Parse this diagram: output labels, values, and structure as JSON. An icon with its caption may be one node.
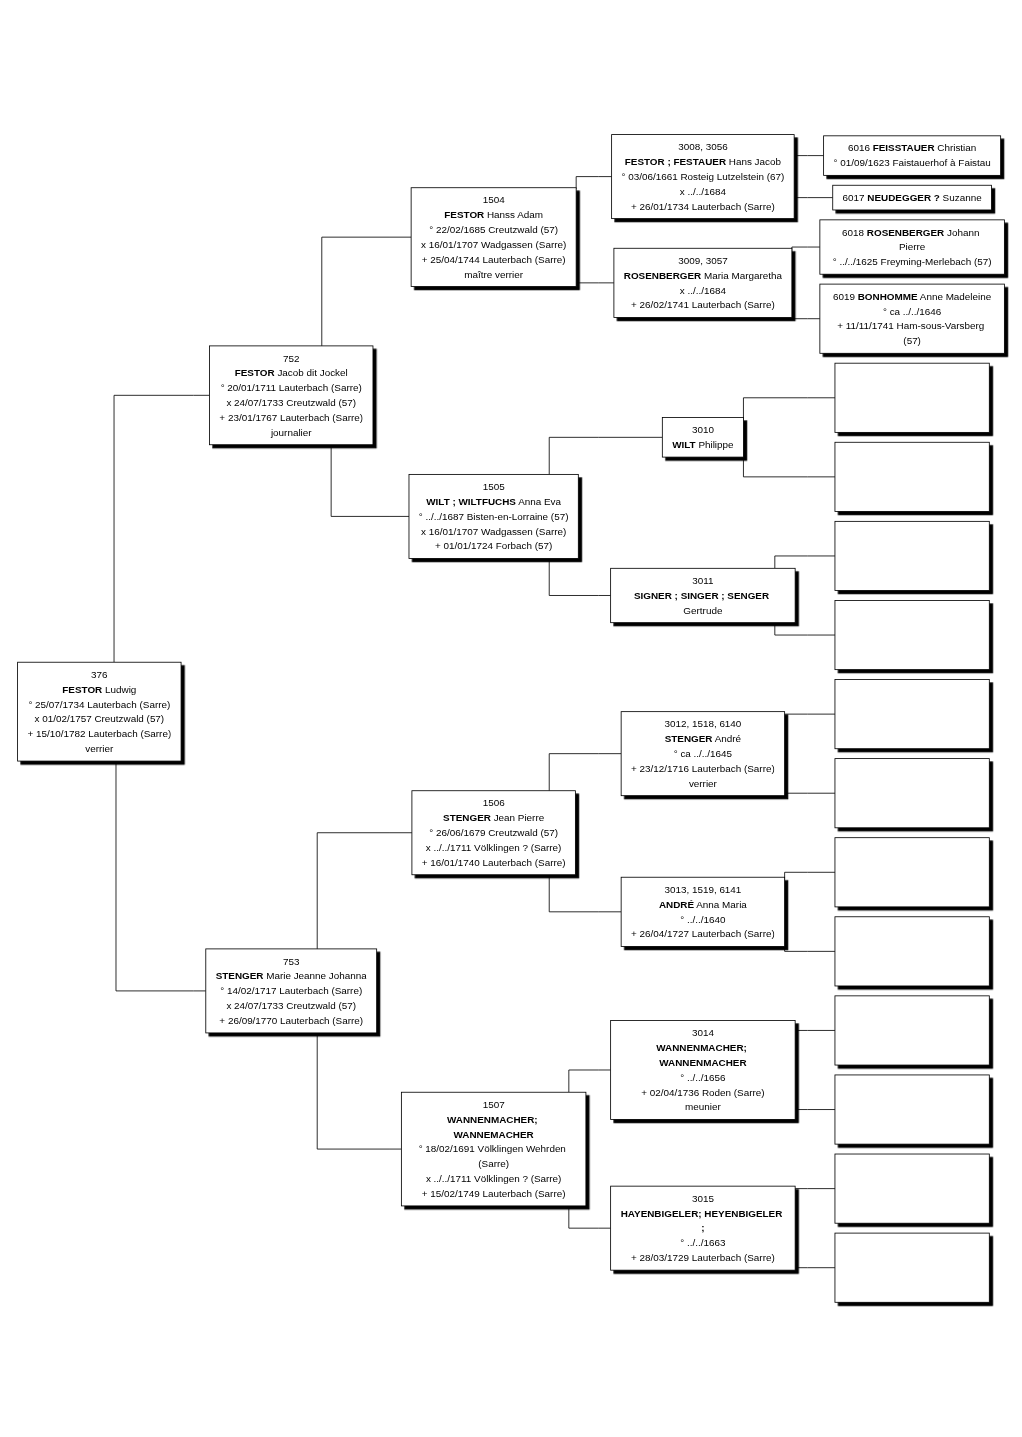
{
  "diagram": {
    "nodes": [
      {
        "text": [
          "376",
          "**FESTOR** Ludwig",
          "° 25/07/1734 Lauterbach (Sarre)",
          "x 01/02/1757 Creutzwald (57)",
          "+ 15/10/1782 Lauterbach (Sarre)",
          "verrier"
        ]
      },
      {
        "text": [
          "752",
          "**FESTOR** Jacob dit Jockel",
          "° 20/01/1711 Lauterbach (Sarre)",
          "x 24/07/1733 Creutzwald (57)",
          "+ 23/01/1767 Lauterbach (Sarre)",
          "journalier"
        ]
      },
      {
        "text": [
          "753",
          "**STENGER** Marie Jeanne Johanna",
          "° 14/02/1717 Lauterbach (Sarre)",
          "x 24/07/1733 Creutzwald (57)",
          "+ 26/09/1770 Lauterbach (Sarre)"
        ]
      },
      {
        "text": [
          "1504",
          "**FESTOR** Hanss Adam",
          "° 22/02/1685 Creutzwald (57)",
          "x 16/01/1707 Wadgassen (Sarre)",
          "+ 25/04/1744 Lauterbach (Sarre)",
          "maître verrier"
        ]
      },
      {
        "text": [
          "1505",
          "**WILT ; WILTFUCHS** Anna Eva",
          "° ../../1687 Bisten-en-Lorraine (57)",
          "x 16/01/1707 Wadgassen (Sarre)",
          "+ 01/01/1724 Forbach (57)"
        ]
      },
      {
        "text": [
          "1506",
          "**STENGER** Jean Pierre",
          "° 26/06/1679 Creutzwald (57)",
          "x ../../1711 Völklingen ? (Sarre)",
          "+ 16/01/1740 Lauterbach (Sarre)"
        ]
      },
      {
        "text": [
          "1507",
          "**WANNENMACHER; WANNEMACHER**",
          "° 18/02/1691 Völklingen Wehrden (Sarre)",
          "x ../../1711 Völklingen ? (Sarre)",
          "+ 15/02/1749 Lauterbach (Sarre)"
        ]
      },
      {
        "text": [
          "3008, 3056",
          "**FESTOR ; FESTAUER** Hans Jacob",
          "° 03/06/1661 Rosteig Lutzelstein (67)",
          "x ../../1684",
          "+ 26/01/1734 Lauterbach (Sarre)"
        ]
      },
      {
        "text": [
          "3009, 3057",
          "**ROSENBERGER** Maria Margaretha",
          "x ../../1684",
          "+ 26/02/1741 Lauterbach (Sarre)"
        ]
      },
      {
        "text": [
          "3010",
          "**WILT** Philippe"
        ]
      },
      {
        "text": [
          "3011",
          "**SIGNER ; SINGER ; SENGER** Gertrude"
        ]
      },
      {
        "text": [
          "3012, 1518, 6140",
          "**STENGER** André",
          "° ca ../../1645",
          "+ 23/12/1716 Lauterbach (Sarre)",
          "verrier"
        ]
      },
      {
        "text": [
          "3013, 1519, 6141",
          "**ANDRÉ** Anna Maria",
          "° ../../1640",
          "+ 26/04/1727 Lauterbach (Sarre)"
        ]
      },
      {
        "text": [
          "3014",
          "**WANNENMACHER; WANNENMACHER**",
          "° ../../1656",
          "+ 02/04/1736 Roden (Sarre)",
          "meunier"
        ]
      },
      {
        "text": [
          "3015",
          "**HAYENBIGELER; HEYENBIGELER ;**",
          "° ../../1663",
          "+ 28/03/1729 Lauterbach (Sarre)"
        ]
      },
      {
        "text": [
          "6016 **FEISSTAUER** Christian",
          "° 01/09/1623 Faistauerhof à Faistau"
        ]
      },
      {
        "text": [
          "6017 **NEUDEGGER ?** Suzanne"
        ]
      },
      {
        "text": [
          "6018 **ROSENBERGER** Johann Pierre",
          "° ../../1625 Freyming-Merlebach (57)"
        ]
      },
      {
        "text": [
          "6019 **BONHOMME** Anne Madeleine",
          "° ca ../../1646",
          "+ 11/11/1741 Ham-sous-Varsberg (57)"
        ]
      },
      {
        "text": [],
        "shape": "box"
      },
      {
        "text": [],
        "shape": "box"
      },
      {
        "text": [],
        "shape": "box"
      },
      {
        "text": [],
        "shape": "box"
      },
      {
        "text": [],
        "shape": "box"
      },
      {
        "text": [],
        "shape": "box"
      },
      {
        "text": [],
        "shape": "box"
      },
      {
        "text": [],
        "shape": "box"
      },
      {
        "text": [],
        "shape": "box"
      },
      {
        "text": [],
        "shape": "box"
      },
      {
        "text": [],
        "shape": "box"
      },
      {
        "text": [],
        "shape": "box"
      }
    ],
    "edges": [
      {
        "from": 0,
        "to": 1,
        "arrow": "none"
      },
      {
        "from": 0,
        "to": 2,
        "arrow": "none"
      },
      {
        "from": 1,
        "to": 3,
        "arrow": "none"
      },
      {
        "from": 1,
        "to": 4,
        "arrow": "none"
      },
      {
        "from": 2,
        "to": 5,
        "arrow": "none"
      },
      {
        "from": 2,
        "to": 6,
        "arrow": "none"
      },
      {
        "from": 3,
        "to": 7,
        "arrow": "none"
      },
      {
        "from": 3,
        "to": 8,
        "arrow": "none"
      },
      {
        "from": 4,
        "to": 9,
        "arrow": "none"
      },
      {
        "from": 4,
        "to": 10,
        "arrow": "none"
      },
      {
        "from": 5,
        "to": 11,
        "arrow": "none"
      },
      {
        "from": 5,
        "to": 12,
        "arrow": "none"
      },
      {
        "from": 6,
        "to": 13,
        "arrow": "none"
      },
      {
        "from": 6,
        "to": 14,
        "arrow": "none"
      },
      {
        "from": 7,
        "to": 15,
        "arrow": "none"
      },
      {
        "from": 7,
        "to": 16,
        "arrow": "none"
      },
      {
        "from": 8,
        "to": 17,
        "arrow": "none"
      },
      {
        "from": 8,
        "to": 18,
        "arrow": "none"
      },
      {
        "from": 9,
        "to": 19,
        "arrow": "none"
      },
      {
        "from": 9,
        "to": 20,
        "arrow": "none"
      },
      {
        "from": 10,
        "to": 21,
        "arrow": "none"
      },
      {
        "from": 10,
        "to": 22,
        "arrow": "none"
      },
      {
        "from": 11,
        "to": 23,
        "arrow": "none"
      },
      {
        "from": 11,
        "to": 24,
        "arrow": "none"
      },
      {
        "from": 12,
        "to": 25,
        "arrow": "none"
      },
      {
        "from": 12,
        "to": 26,
        "arrow": "none"
      },
      {
        "from": 13,
        "to": 27,
        "arrow": "none"
      },
      {
        "from": 13,
        "to": 28,
        "arrow": "none"
      },
      {
        "from": 14,
        "to": 29,
        "arrow": "none"
      },
      {
        "from": 14,
        "to": 30,
        "arrow": "none"
      }
    ]
  }
}
